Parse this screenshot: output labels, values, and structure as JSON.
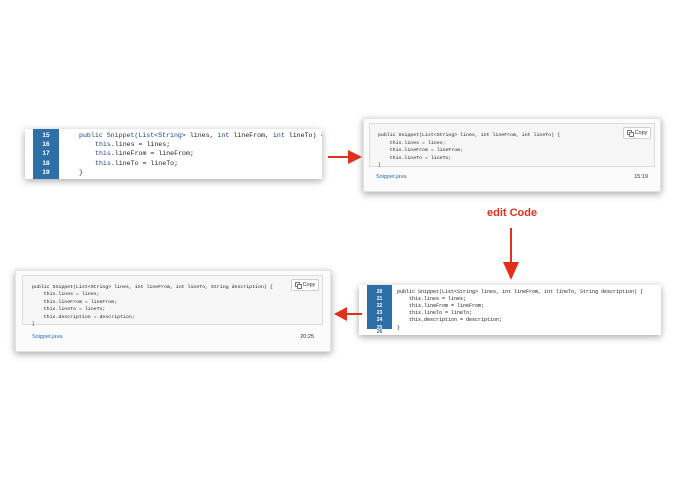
{
  "panel1": {
    "line_numbers": [
      "15",
      "16",
      "17",
      "18",
      "19"
    ],
    "code": [
      {
        "parts": [
          [
            "kw",
            "public "
          ],
          [
            "ty",
            "Snippet("
          ],
          [
            "ty",
            "List<String> "
          ],
          [
            "",
            "lines, "
          ],
          [
            "kw",
            "int "
          ],
          [
            "",
            "lineFrom, "
          ],
          [
            "kw",
            "int "
          ],
          [
            "",
            "lineTo) {"
          ]
        ]
      },
      {
        "parts": [
          [
            "kw",
            "this"
          ],
          [
            "",
            ".lines = lines;"
          ]
        ]
      },
      {
        "parts": [
          [
            "kw",
            "this"
          ],
          [
            "",
            ".lineFrom = lineFrom;"
          ]
        ]
      },
      {
        "parts": [
          [
            "kw",
            "this"
          ],
          [
            "",
            ".lineTo = lineTo;"
          ]
        ]
      },
      {
        "parts": [
          [
            "",
            "}"
          ]
        ]
      }
    ]
  },
  "snippet1": {
    "copy_label": "Copy",
    "code": [
      "public Snippet(List<String> lines, int lineFrom, int lineTo) {",
      "    this.lines = lines;",
      "    this.lineFrom = lineFrom;",
      "    this.lineTo = lineTo;",
      "}"
    ],
    "filename": "Snippet.java",
    "time": "15:19"
  },
  "edit_label": "edit Code",
  "panel2": {
    "line_numbers": [
      "20",
      "21",
      "22",
      "23",
      "24",
      "25"
    ],
    "extra_line_number": "26",
    "code": [
      "public Snippet(List<String> lines, int lineFrom, int lineTo, String description) {",
      "    this.lines = lines;",
      "    this.lineFrom = lineFrom;",
      "    this.lineTo = lineTo;",
      "    this.description = description;",
      "}"
    ]
  },
  "snippet2": {
    "copy_label": "Copy",
    "code": [
      "public Snippet(List<String> lines, int lineFrom, int lineTo, String description) {",
      "    this.lines = lines;",
      "    this.lineFrom = lineFrom;",
      "    this.lineTo = lineTo;",
      "    this.description = description;",
      "}"
    ],
    "filename": "Snippet.java",
    "time": "20:25"
  },
  "colors": {
    "accent_arrow": "#e0301e",
    "gutter": "#2f6fa8",
    "link": "#2a6db0"
  }
}
